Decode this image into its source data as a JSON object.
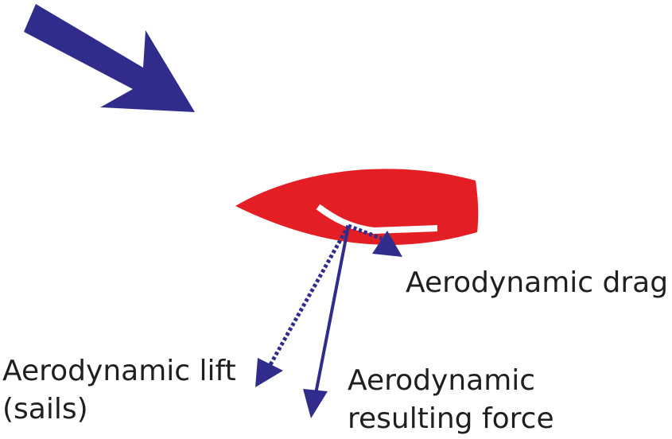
{
  "labels": {
    "drag": "Aerodynamic drag",
    "lift_line1": "Aerodynamic lift",
    "lift_line2": "(sails)",
    "resulting_line1": "Aerodynamic",
    "resulting_line2": "resulting force"
  },
  "colors": {
    "hull": "#e31e24",
    "arrows": "#302c8c",
    "sail": "#ffffff",
    "text": "#1f1f1f"
  },
  "icons": {
    "wind": "wind-arrow-icon"
  }
}
